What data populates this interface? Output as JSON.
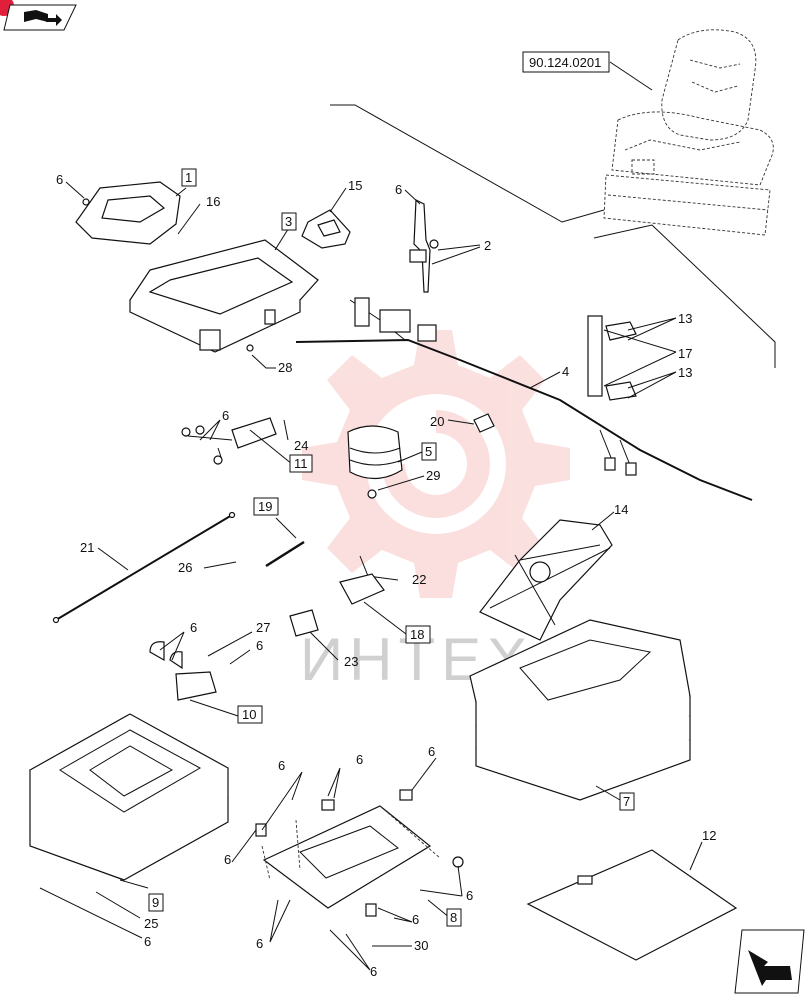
{
  "ref_code": "90.124.0201",
  "watermark_text": "ИНТЕХ",
  "colors": {
    "watermark": "#f4a6a6",
    "badge": "#e0203a",
    "ink": "#111111"
  },
  "icons": [
    "book-icon",
    "navigation-arrow-icon"
  ],
  "labels": {
    "boxed": [
      "1",
      "3",
      "5",
      "7",
      "8",
      "9",
      "10",
      "11",
      "18",
      "19"
    ],
    "plain": [
      "2",
      "4",
      "6",
      "12",
      "13",
      "14",
      "15",
      "16",
      "17",
      "20",
      "21",
      "22",
      "23",
      "24",
      "25",
      "26",
      "27",
      "28",
      "29",
      "30"
    ]
  }
}
